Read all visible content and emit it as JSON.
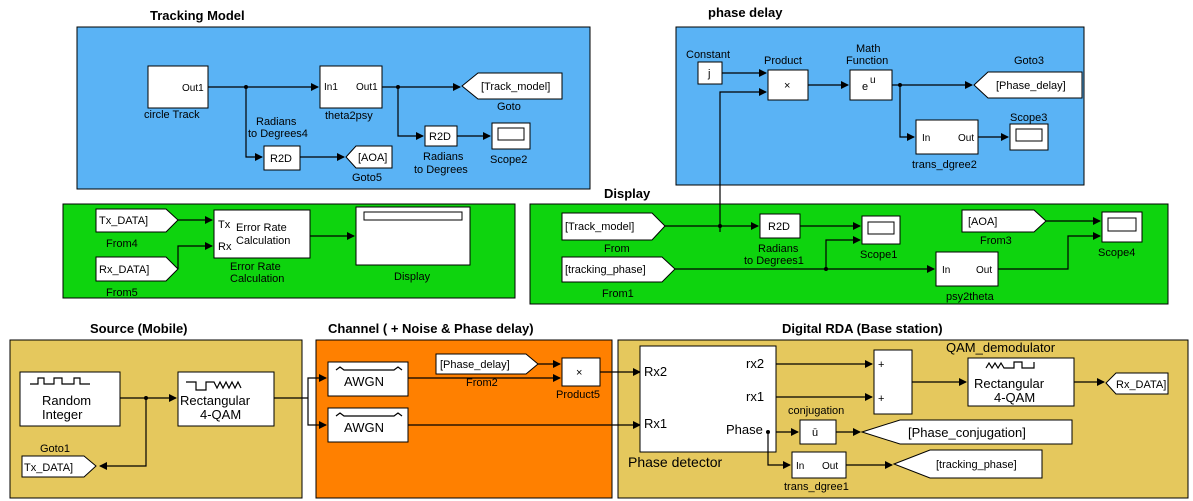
{
  "colors": {
    "blue": "#5ab3f5",
    "green": "#0ed40e",
    "yellow": "#e5c85d",
    "orange": "#ff8000"
  },
  "subsystems": {
    "tracking": {
      "title": "Tracking Model"
    },
    "phase": {
      "title": "phase delay"
    },
    "display": {
      "title": "Display"
    },
    "source": {
      "title": "Source (Mobile)"
    },
    "channel": {
      "title": "Channel ( + Noise & Phase delay)"
    },
    "rda": {
      "title": "Digital RDA (Base station)"
    }
  },
  "blocks": {
    "circle_track": {
      "label": "circle Track",
      "port_out": "Out1"
    },
    "theta2psy": {
      "label": "theta2psy",
      "port_in": "In1",
      "port_out": "Out1"
    },
    "goto_track": {
      "label": "Goto",
      "tag": "[Track_model]"
    },
    "r2d_top": {
      "text": "R2D",
      "label1": "Radians",
      "label2": "to Degrees"
    },
    "scope2": {
      "label": "Scope2"
    },
    "r2d4": {
      "text": "R2D",
      "label1": "Radians",
      "label2": "to Degrees4"
    },
    "goto5": {
      "label": "Goto5",
      "tag": "[AOA]"
    },
    "constant": {
      "label": "Constant",
      "value": "j"
    },
    "product": {
      "label": "Product",
      "sign": "×"
    },
    "math_fn": {
      "label1": "Math",
      "label2": "Function",
      "text": "e",
      "sup": "u"
    },
    "goto3": {
      "label": "Goto3",
      "tag": "[Phase_delay]"
    },
    "trans_dgree2": {
      "label": "trans_dgree2",
      "port_in": "In",
      "port_out": "Out"
    },
    "scope3": {
      "label": "Scope3"
    },
    "from4": {
      "label": "From4",
      "tag": "Tx_DATA]"
    },
    "from5": {
      "label": "From5",
      "tag": "Rx_DATA]"
    },
    "err_rate": {
      "line1": "Error Rate",
      "line2": "Calculation",
      "label1": "Error Rate",
      "label2": "Calculation",
      "tx": "Tx",
      "rx": "Rx"
    },
    "display_blk": {
      "label": "Display"
    },
    "from_track": {
      "label": "From",
      "tag": "[Track_model]"
    },
    "r2d1": {
      "text": "R2D",
      "label1": "Radians",
      "label2": "to Degrees1"
    },
    "scope1": {
      "label": "Scope1"
    },
    "from3": {
      "label": "From3",
      "tag": "[AOA]"
    },
    "scope4": {
      "label": "Scope4"
    },
    "from1": {
      "label": "From1",
      "tag": "[tracking_phase]"
    },
    "psy2theta": {
      "label": "psy2theta",
      "port_in": "In",
      "port_out": "Out"
    },
    "random_int": {
      "line1": "Random",
      "line2": "Integer"
    },
    "qam_mod": {
      "line1": "Rectangular",
      "line2": "4-QAM"
    },
    "goto1": {
      "label": "Goto1",
      "tag": "Tx_DATA]"
    },
    "awgn1": {
      "text": "AWGN"
    },
    "awgn2": {
      "text": "AWGN"
    },
    "from2": {
      "label": "From2",
      "tag": "[Phase_delay]"
    },
    "product5": {
      "label": "Product5",
      "sign": "×"
    },
    "phase_det": {
      "label": "Phase detector",
      "in1": "Rx2",
      "in2": "Rx1",
      "out1": "rx2",
      "out2": "rx1",
      "out3": "Phase"
    },
    "sum_blk": {
      "plus": "+"
    },
    "qam_demod": {
      "label": "QAM_demodulator",
      "line1": "Rectangular",
      "line2": "4-QAM"
    },
    "goto_rx": {
      "tag": "Rx_DATA]"
    },
    "conjugation": {
      "label": "conjugation",
      "text": "ū"
    },
    "goto_conj": {
      "tag": "[Phase_conjugation]"
    },
    "trans_dgree1": {
      "label": "trans_dgree1",
      "port_in": "In",
      "port_out": "Out"
    },
    "goto_tp": {
      "tag": "[tracking_phase]"
    }
  }
}
